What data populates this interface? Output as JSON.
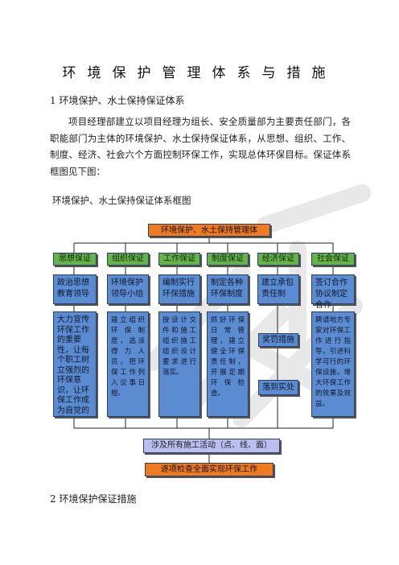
{
  "doc": {
    "title": "环境保护管理体系与措施",
    "section1_heading": "1  环境保护、水土保持保证体系",
    "paragraph": "项目经理部建立以项目经理为组长、安全质量部为主要责任部门，各职能部门为主体的环境保护、水土保持保证体系，从思想、组织、工作、制度、经济、社会六个方面控制环保工作，实现总体环保目标。保证体系框图见下图：",
    "figure_caption": "环境保护、水土保持保证体系框图",
    "section2_heading": "2 环境保护保证措施"
  },
  "chart": {
    "top": "环境保护、水土保持管理体",
    "categories": [
      "思想保证",
      "组织保证",
      "工作保证",
      "制度保证",
      "经济保证",
      "社会保证"
    ],
    "level2": [
      "政治思想教育领导",
      "环境保护领导小组",
      "编制实行环保措施",
      "制定各种环保制度",
      "建立承包责任制",
      "签订合作协议制定合作"
    ],
    "level3": [
      "大力宣传环保工作的重要性，让每个职工树立强烈的环保意识，让环保工作成为自觉的行为",
      "建立组织环保制度，选派得力人员，把环保工作列入议事日程。",
      "按设计文件和施工组织施工组织设计要求进行落实。",
      "抓好环保日常管理，建立健全环保责任制，开展定期环保检查。",
      "",
      "聘请地方专家对环保工作进行指导，引进科学可行的环保设施，增大环保工作的效果及效益。"
    ],
    "econ_sub": [
      "奖罚措施",
      "落到实处"
    ],
    "bottom1": "涉及所有施工活动（点、线、面）",
    "bottom2": "逐项检查全面实现环保工作"
  },
  "colors": {
    "orange": "#f07b1e",
    "green": "#67b34b",
    "blue": "#5b8bd1",
    "lavender": "#b9bff0"
  }
}
